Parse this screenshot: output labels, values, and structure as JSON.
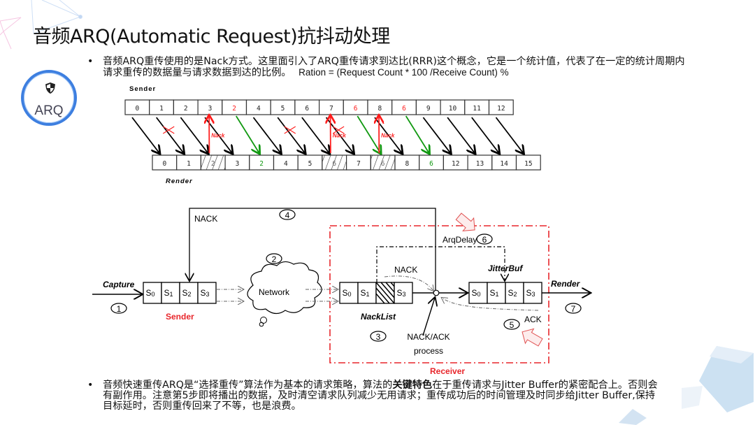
{
  "title": "音频ARQ(Automatic Request)抗抖动处理",
  "badge": {
    "label": "ARQ",
    "icon": "shield-icon"
  },
  "bullet1": {
    "text": "音频ARQ重传使用的是Nack方式。这里面引入了ARQ重传请求到达比(RRR)这个概念，它是一个统计值，代表了在一定的统计周期内请求重传的数据量与请求数据到达的比例。",
    "formula": "Ration = (Request Count * 100 /Receive Count) %"
  },
  "timeline": {
    "sender_label": "Sender",
    "render_label": "Render",
    "nack_label": "Nack",
    "sender_packets": [
      {
        "v": "0",
        "color": "black"
      },
      {
        "v": "1",
        "color": "black"
      },
      {
        "v": "2",
        "color": "black"
      },
      {
        "v": "3",
        "color": "black"
      },
      {
        "v": "2",
        "color": "red"
      },
      {
        "v": "4",
        "color": "black"
      },
      {
        "v": "5",
        "color": "black"
      },
      {
        "v": "6",
        "color": "black"
      },
      {
        "v": "7",
        "color": "black"
      },
      {
        "v": "6",
        "color": "red"
      },
      {
        "v": "8",
        "color": "black"
      },
      {
        "v": "6",
        "color": "red"
      },
      {
        "v": "9",
        "color": "black"
      },
      {
        "v": "10",
        "color": "black"
      },
      {
        "v": "11",
        "color": "black"
      },
      {
        "v": "12",
        "color": "black"
      }
    ],
    "render_packets": [
      {
        "v": "0",
        "state": "ok"
      },
      {
        "v": "1",
        "state": "ok"
      },
      {
        "v": "2",
        "state": "lost"
      },
      {
        "v": "3",
        "state": "ok"
      },
      {
        "v": "2",
        "state": "recovered"
      },
      {
        "v": "4",
        "state": "ok"
      },
      {
        "v": "5",
        "state": "ok"
      },
      {
        "v": "6",
        "state": "lost"
      },
      {
        "v": "7",
        "state": "ok"
      },
      {
        "v": "6",
        "state": "lost"
      },
      {
        "v": "8",
        "state": "ok"
      },
      {
        "v": "6",
        "state": "recovered"
      },
      {
        "v": "12",
        "state": "ok"
      },
      {
        "v": "13",
        "state": "ok"
      },
      {
        "v": "14",
        "state": "ok"
      },
      {
        "v": "15",
        "state": "ok"
      }
    ]
  },
  "flow": {
    "capture_label": "Capture",
    "sender_label": "Sender",
    "network_label": "Network",
    "nack_top_label": "NACK",
    "nack_inner_label": "NACK",
    "ack_label": "ACK",
    "arqdelay_label": "ArqDelay",
    "jitterbuf_label": "JitterBuf",
    "nacklist_label": "NackList",
    "process_label_1": "NACK/ACK",
    "process_label_2": "process",
    "render_label": "Render",
    "receiver_label": "Receiver",
    "sender_slots": [
      "S0",
      "S1",
      "S2",
      "S3"
    ],
    "nacklist_slots": [
      "S0",
      "S1",
      "",
      "S3"
    ],
    "jitter_slots": [
      "S0",
      "S1",
      "S2",
      "S3"
    ],
    "steps": [
      "1",
      "2",
      "3",
      "4",
      "5",
      "6",
      "7"
    ]
  },
  "bullet2": {
    "pre": "音频快速重传ARQ是“选择重传”算法作为基本的请求策略，算法的",
    "key": "关键特色",
    "post": "在于重传请求与Jitter Buffer的紧密配合上。否则会有副作用。注意第5步即将播出的数据，及时清空请求队列减少无用请求；重传成功后的时间管理及时同步给Jitter Buffer,保持目标延时，否则重传回来了不等，也是浪费。"
  },
  "colors": {
    "accent": "#3d7fe0",
    "red": "#ff2020",
    "green": "#119911",
    "receiver_red": "#e8262b"
  }
}
